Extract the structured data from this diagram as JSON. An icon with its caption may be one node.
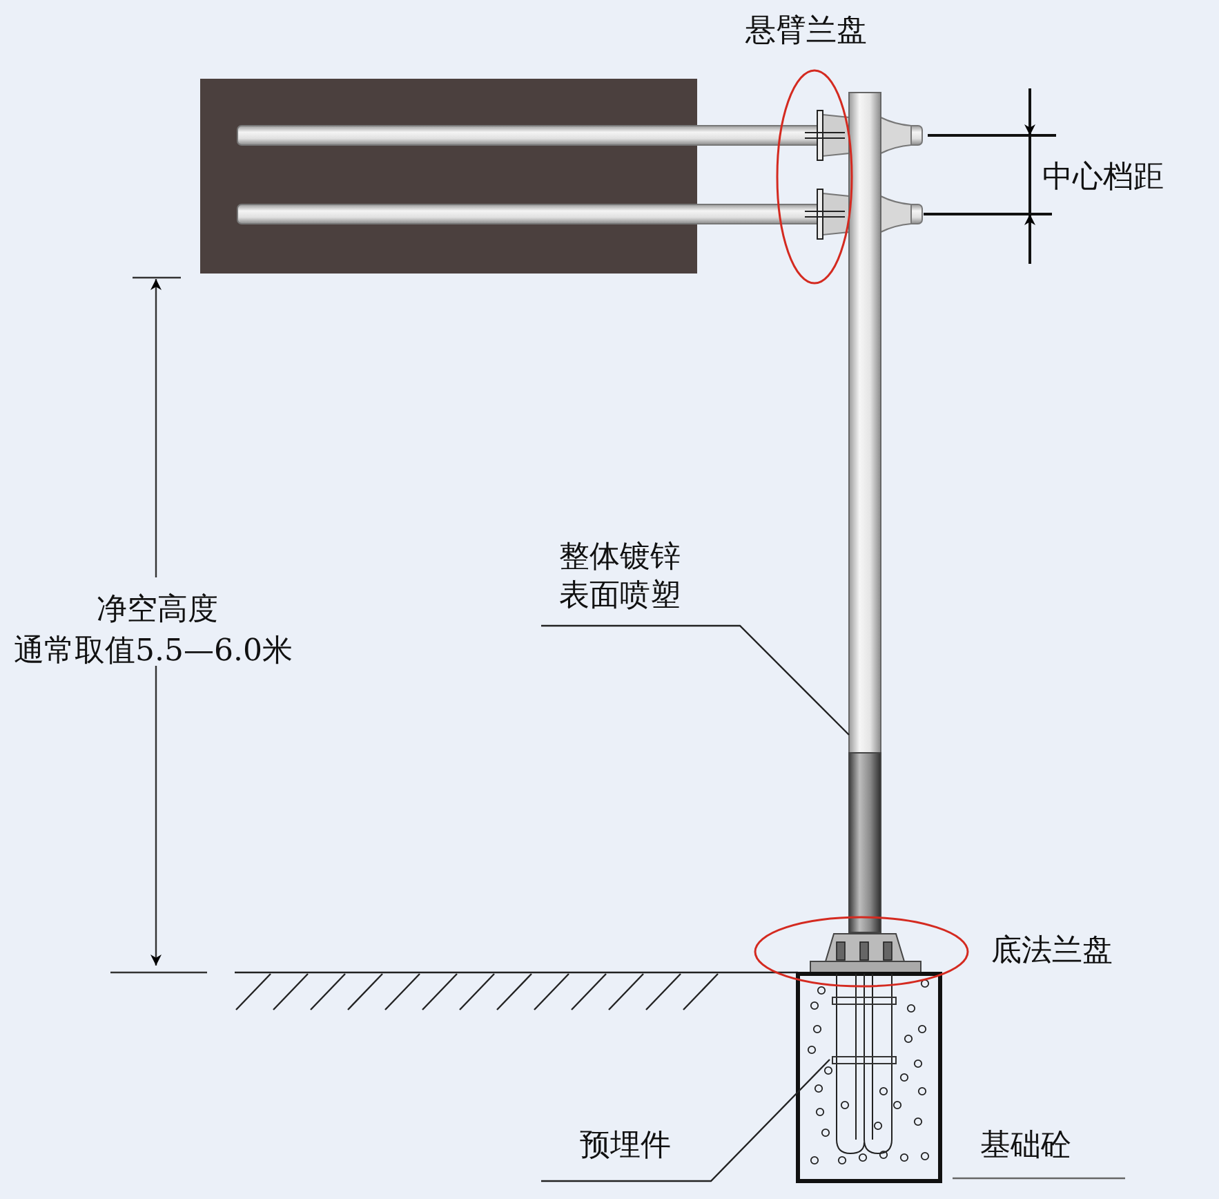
{
  "diagram": {
    "nodes": [
      {
        "text": [
          "整体镀锌表面喷塑"
        ]
      },
      {
        "text": [],
        "shape": "bar"
      },
      {
        "text": [
          "预埋件"
        ]
      }
    ],
    "edges": [
      {
        "from": 0,
        "to": 1,
        "arrow": "none"
      },
      {
        "from": 2,
        "to": null,
        "arrow": "none"
      }
    ],
    "labels": [
      "悬臂兰盘",
      "中心档距",
      "净空高度",
      "通常取值5.5—6.0米",
      "底法兰盘",
      "基础砼"
    ]
  }
}
